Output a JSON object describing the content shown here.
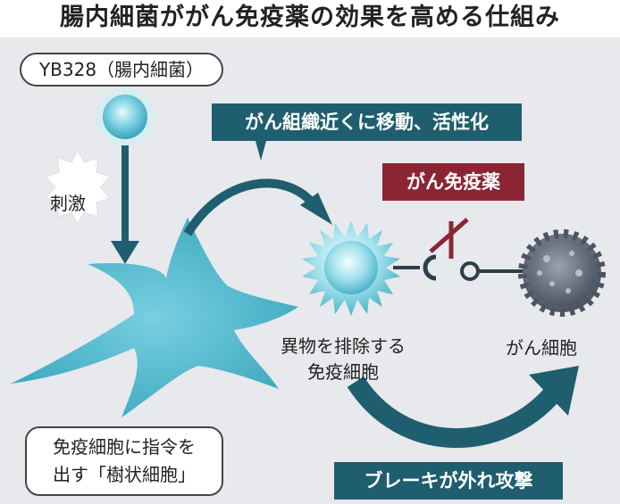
{
  "title": "腸内細菌ががん免疫薬の効果を高める仕組み",
  "bacteria_label": "YB328（腸内細菌）",
  "stimulus_label": "刺激",
  "move_banner": "がん組織近くに移動、活性化",
  "drug_banner": "がん免疫薬",
  "immune_cell_label": [
    "異物を排除する",
    "免疫細胞"
  ],
  "cancer_cell_label": "がん細胞",
  "dendritic_cell_label": [
    "免疫細胞に指令を",
    "出す「樹状細胞」"
  ],
  "attack_banner": "ブレーキが外れ攻撃",
  "colors": {
    "teal_banner": "#1f5e6e",
    "drug_banner": "#8a2634",
    "background": "#e7e9ec",
    "cell_cyan": "#5cc3d6",
    "cancer_cell": "#6a7281"
  }
}
